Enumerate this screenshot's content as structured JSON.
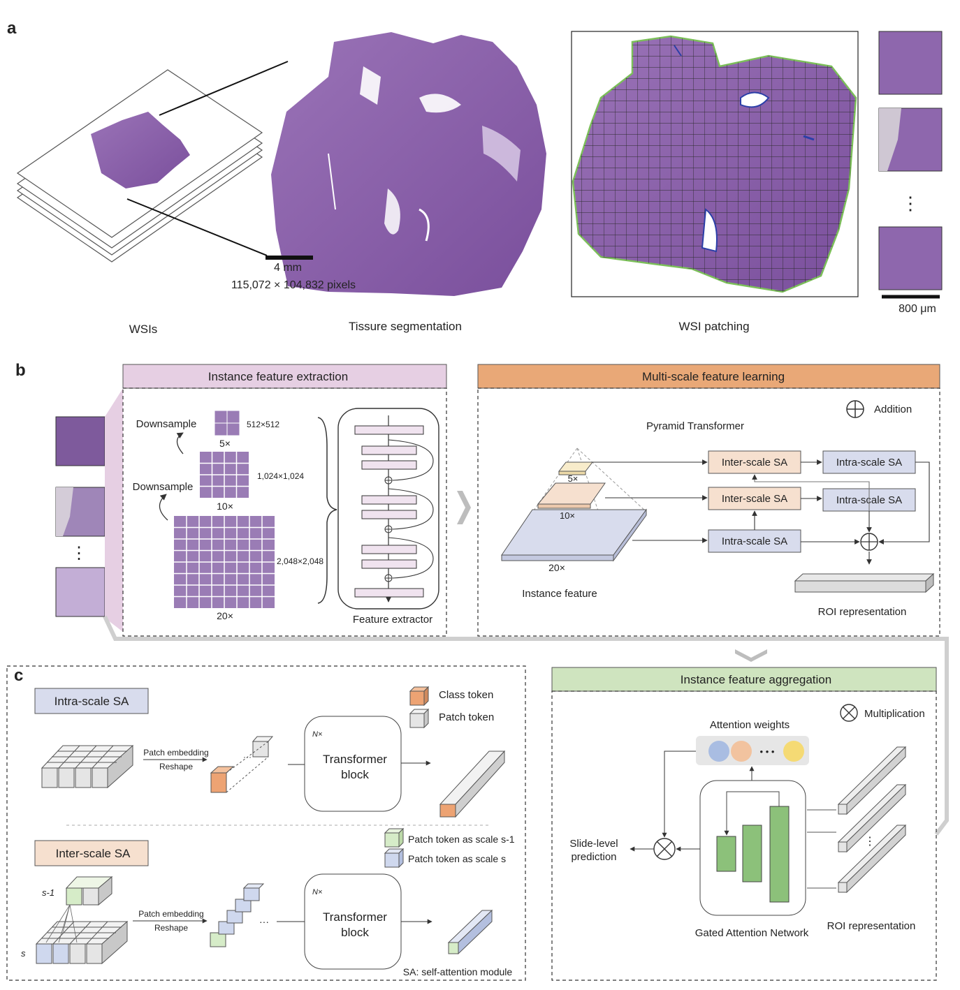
{
  "panel_labels": {
    "a": "a",
    "b": "b",
    "c": "c"
  },
  "panel_a": {
    "wsis_caption": "WSIs",
    "segmentation_caption": "Tissure segmentation",
    "patching_caption": "WSI patching",
    "scale_bar_4mm": "4 mm",
    "pixel_dims": "115,072 × 104,832 pixels",
    "scale_bar_800um": "800 μm"
  },
  "panel_b": {
    "instance_extraction_title": "Instance feature extraction",
    "downsample_top": "Downsample",
    "downsample_bottom": "Downsample",
    "mag_5x": "5×",
    "mag_10x": "10×",
    "mag_20x": "20×",
    "size_512": "512×512",
    "size_1024": "1,024×1,024",
    "size_2048": "2,048×2,048",
    "feature_extractor": "Feature extractor",
    "multiscale_title": "Multi-scale feature learning",
    "addition_legend": "Addition",
    "pyramid_transformer": "Pyramid Transformer",
    "inter_scale_sa_1": "Inter-scale SA",
    "inter_scale_sa_2": "Inter-scale SA",
    "intra_scale_sa_1": "Intra-scale SA",
    "intra_scale_sa_2": "Intra-scale SA",
    "intra_scale_sa_3": "Intra-scale SA",
    "pyr_5x": "5×",
    "pyr_10x": "10×",
    "pyr_20x": "20×",
    "instance_feature": "Instance feature",
    "roi_representation": "ROI representation"
  },
  "panel_c": {
    "intra_scale_sa": "Intra-scale SA",
    "inter_scale_sa": "Inter-scale SA",
    "class_token": "Class token",
    "patch_token": "Patch token",
    "patch_embedding_1": "Patch embedding",
    "reshape_1": "Reshape",
    "patch_embedding_2": "Patch embedding",
    "reshape_2": "Reshape",
    "n_times_1": "N×",
    "n_times_2": "N×",
    "transformer_block_1a": "Transformer",
    "transformer_block_1b": "block",
    "transformer_block_2a": "Transformer",
    "transformer_block_2b": "block",
    "patch_token_s_minus_1": "Patch token as scale s-1",
    "patch_token_s": "Patch token as scale s",
    "label_s_minus_1": "s-1",
    "label_s": "s",
    "sa_note": "SA: self-attention module",
    "ellipsis": "···"
  },
  "aggregation": {
    "title": "Instance feature aggregation",
    "multiplication_legend": "Multiplication",
    "attention_weights": "Attention weights",
    "slide_level_1": "Slide-level",
    "slide_level_2": "prediction",
    "gated_attention_network": "Gated Attention Network",
    "roi_representation": "ROI representation",
    "dots": "• • •"
  },
  "colors": {
    "tissue": "#8a5ea8",
    "tissue_dark": "#6f4590",
    "purple_header": "#e6cfe3",
    "orange_header": "#e9a877",
    "green_header": "#cfe4bf",
    "inter_box": "#f6e0cf",
    "intra_box": "#d8dced",
    "green_bar": "#8cc17a",
    "dot_blue": "#a9bde2",
    "dot_orange": "#f2c39f",
    "dot_yellow": "#f5da74",
    "gray_arrow": "#bdbdbd"
  }
}
